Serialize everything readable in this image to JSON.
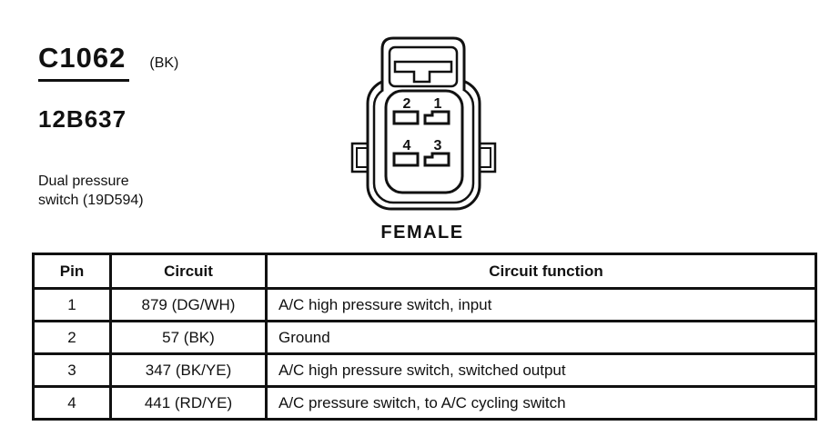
{
  "header": {
    "connector_id": "C1062",
    "color_code": "(BK)",
    "part_number": "12B637",
    "description_line1": "Dual pressure",
    "description_line2": "switch (19D594)"
  },
  "connector": {
    "gender_label": "FEMALE",
    "pin_top_left": "2",
    "pin_top_right": "1",
    "pin_bottom_left": "4",
    "pin_bottom_right": "3"
  },
  "table": {
    "headers": [
      "Pin",
      "Circuit",
      "Circuit function"
    ],
    "rows": [
      {
        "pin": "1",
        "circuit": "879 (DG/WH)",
        "function": "A/C high pressure switch, input"
      },
      {
        "pin": "2",
        "circuit": "57 (BK)",
        "function": "Ground"
      },
      {
        "pin": "3",
        "circuit": "347 (BK/YE)",
        "function": "A/C high pressure switch, switched output"
      },
      {
        "pin": "4",
        "circuit": "441 (RD/YE)",
        "function": "A/C pressure switch, to A/C cycling switch"
      }
    ]
  },
  "colors": {
    "ink": "#111111",
    "background": "#ffffff"
  }
}
